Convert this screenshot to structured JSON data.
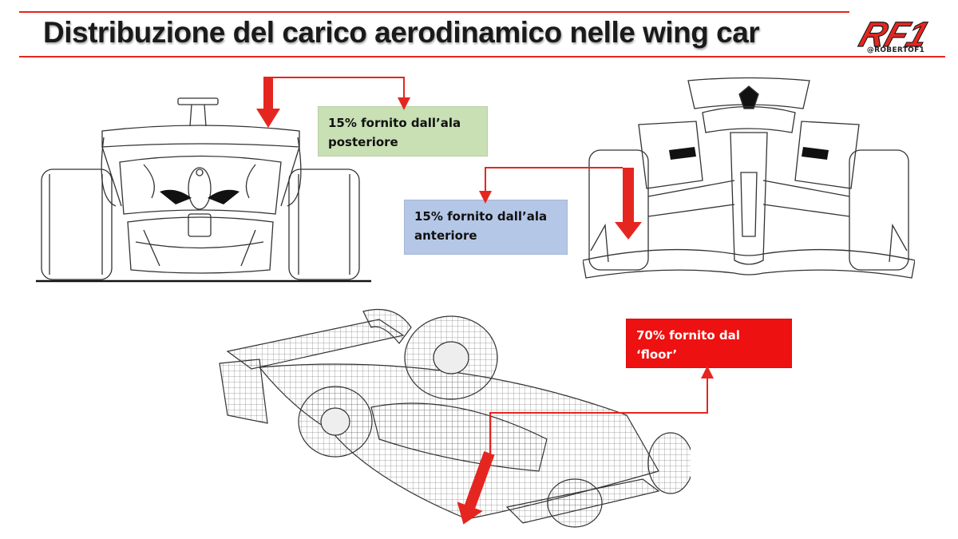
{
  "title": "Distribuzione del carico aerodinamico nelle wing car",
  "logo": {
    "mark": "RF1",
    "handle": "@ROBERTOF1"
  },
  "labels": {
    "rear_wing": {
      "line1": "15% fornito dall’ala",
      "line2": "posteriore"
    },
    "front_wing": {
      "line1": "15% fornito dall’ala",
      "line2": "anteriore"
    },
    "floor": {
      "line1": "70% fornito dal",
      "line2": "‘floor’"
    }
  },
  "colors": {
    "accent_red": "#e52620",
    "rear_box": "#c8e0b4",
    "front_box": "#b4c7e7",
    "floor_box": "#ee1111",
    "line_art": "#333333"
  }
}
